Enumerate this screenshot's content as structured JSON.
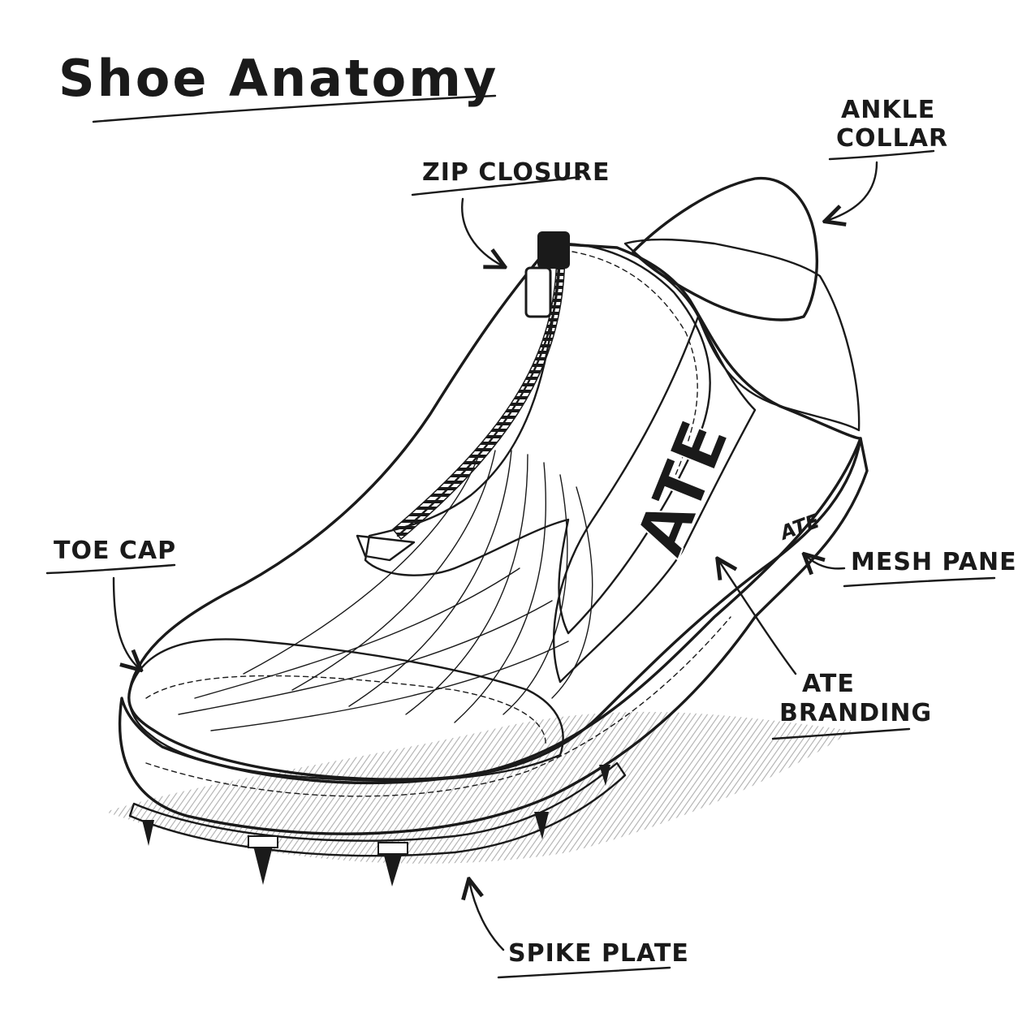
{
  "title": "Shoe Anatomy",
  "labels": {
    "zip_closure": "ZIP CLOSURE",
    "ankle_collar_line1": "ANKLE",
    "ankle_collar_line2": "COLLAR",
    "toe_cap": "TOE CAP",
    "mesh_panel": "MESH PANEL",
    "ate_branding_line1": "ATE",
    "ate_branding_line2": "BRANDING",
    "spike_plate": "SPIKE PLATE"
  },
  "branding": {
    "side_logo": "ATE",
    "heel_logo": "ATE"
  },
  "colors": {
    "ink": "#1a1a1a",
    "paper": "#ffffff"
  }
}
